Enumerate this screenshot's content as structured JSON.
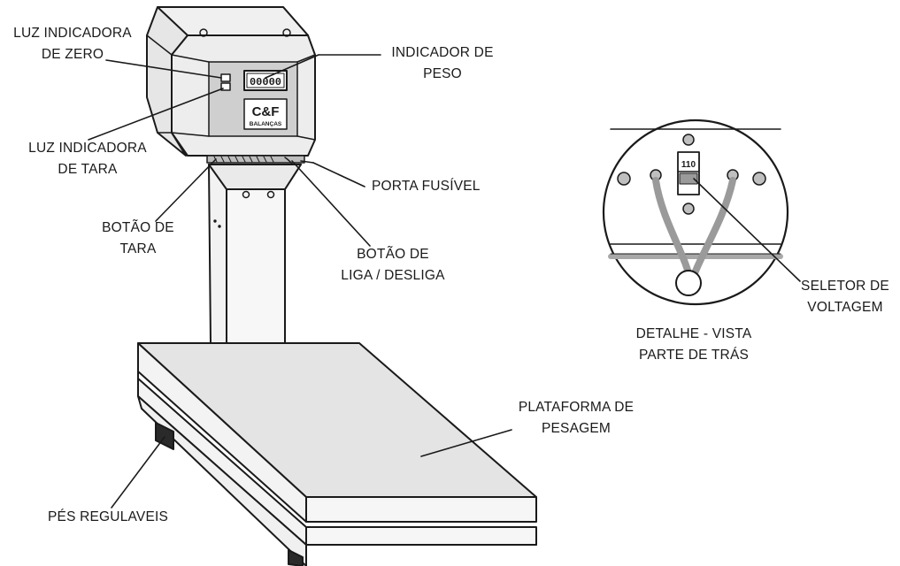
{
  "labels": {
    "zero_light": [
      "LUZ INDICADORA",
      "DE ZERO"
    ],
    "weight_indicator": [
      "INDICADOR DE",
      "PESO"
    ],
    "tare_light": [
      "LUZ INDICADORA",
      "DE TARA"
    ],
    "fuse_holder": "PORTA FUSÍVEL",
    "tare_button": [
      "BOTÃO DE",
      "TARA"
    ],
    "power_button": [
      "BOTÃO DE",
      "LIGA / DESLIGA"
    ],
    "voltage_selector": [
      "SELETOR DE",
      "VOLTAGEM"
    ],
    "rear_detail": [
      "DETALHE - VISTA",
      "PARTE DE TRÁS"
    ],
    "platform": [
      "PLATAFORMA DE",
      "PESAGEM"
    ],
    "feet": "PÉS REGULAVEIS"
  },
  "display": {
    "digits": "00000",
    "brand": "C&F",
    "brand_sub": "BALANÇAS",
    "voltage_value": "110"
  },
  "colors": {
    "ink": "#1a1a1a",
    "panel_gray": "#cfcfcf",
    "body_gray": "#efefef",
    "platform_gray": "#e4e4e4",
    "wire_gray": "#9a9a9a"
  }
}
